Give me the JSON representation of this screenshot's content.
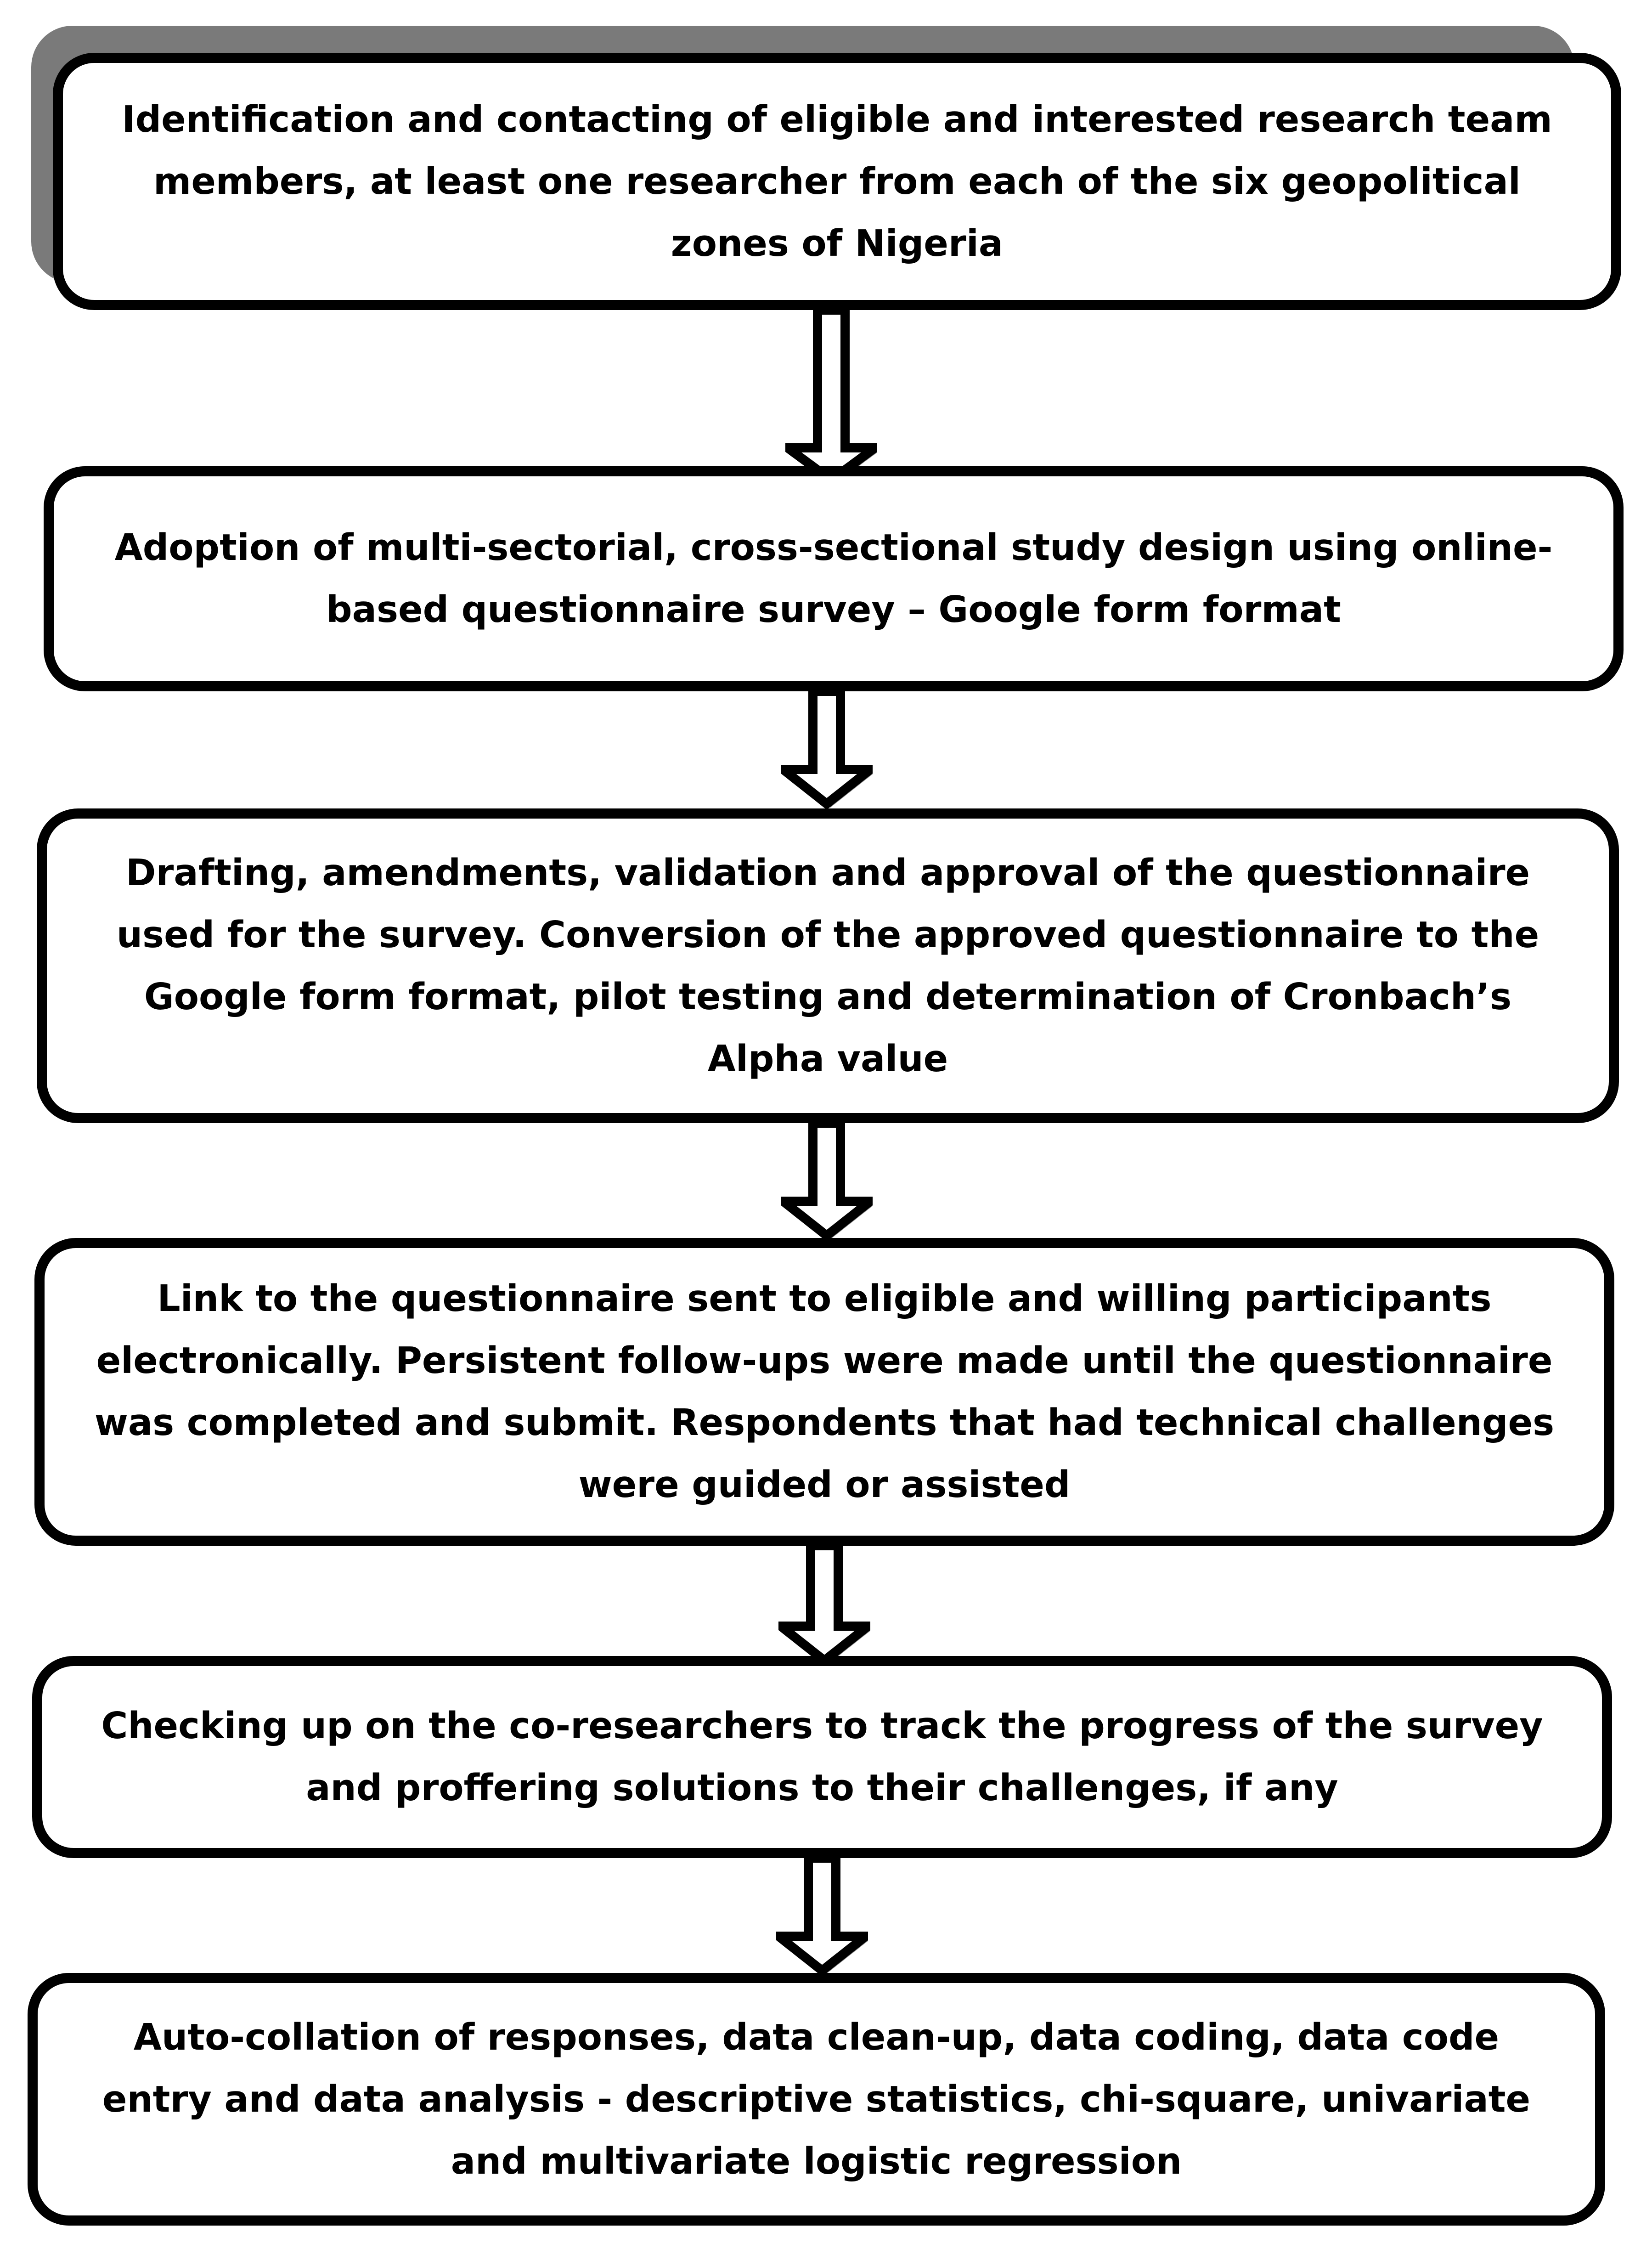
{
  "steps": [
    {
      "text": "Identification and contacting of eligible and interested research team members, at least one researcher from each of the six geopolitical zones of Nigeria"
    },
    {
      "text": "Adoption of multi-sectorial, cross-sectional study design using online-based questionnaire survey – Google form format"
    },
    {
      "text": "Drafting, amendments, validation and approval of the questionnaire used for the survey. Conversion of the approved questionnaire to the Google form format, pilot testing and determination of Cronbach’s Alpha value"
    },
    {
      "text": "Link to the questionnaire sent to eligible and willing participants electronically. Persistent follow-ups were made until the questionnaire was completed and submit. Respondents that had technical challenges were guided or assisted"
    },
    {
      "text": "Checking up on the co-researchers to track the progress of the survey and proffering solutions to their challenges, if any"
    },
    {
      "text": "Auto-collation of responses, data clean-up, data coding, data code entry and data analysis - descriptive statistics, chi-square, univariate and multivariate logistic regression"
    }
  ],
  "colors": {
    "border": "#000000",
    "shadow": "#7a7a7a",
    "arrow_shadow": "#8a8a8a",
    "background": "#ffffff"
  }
}
